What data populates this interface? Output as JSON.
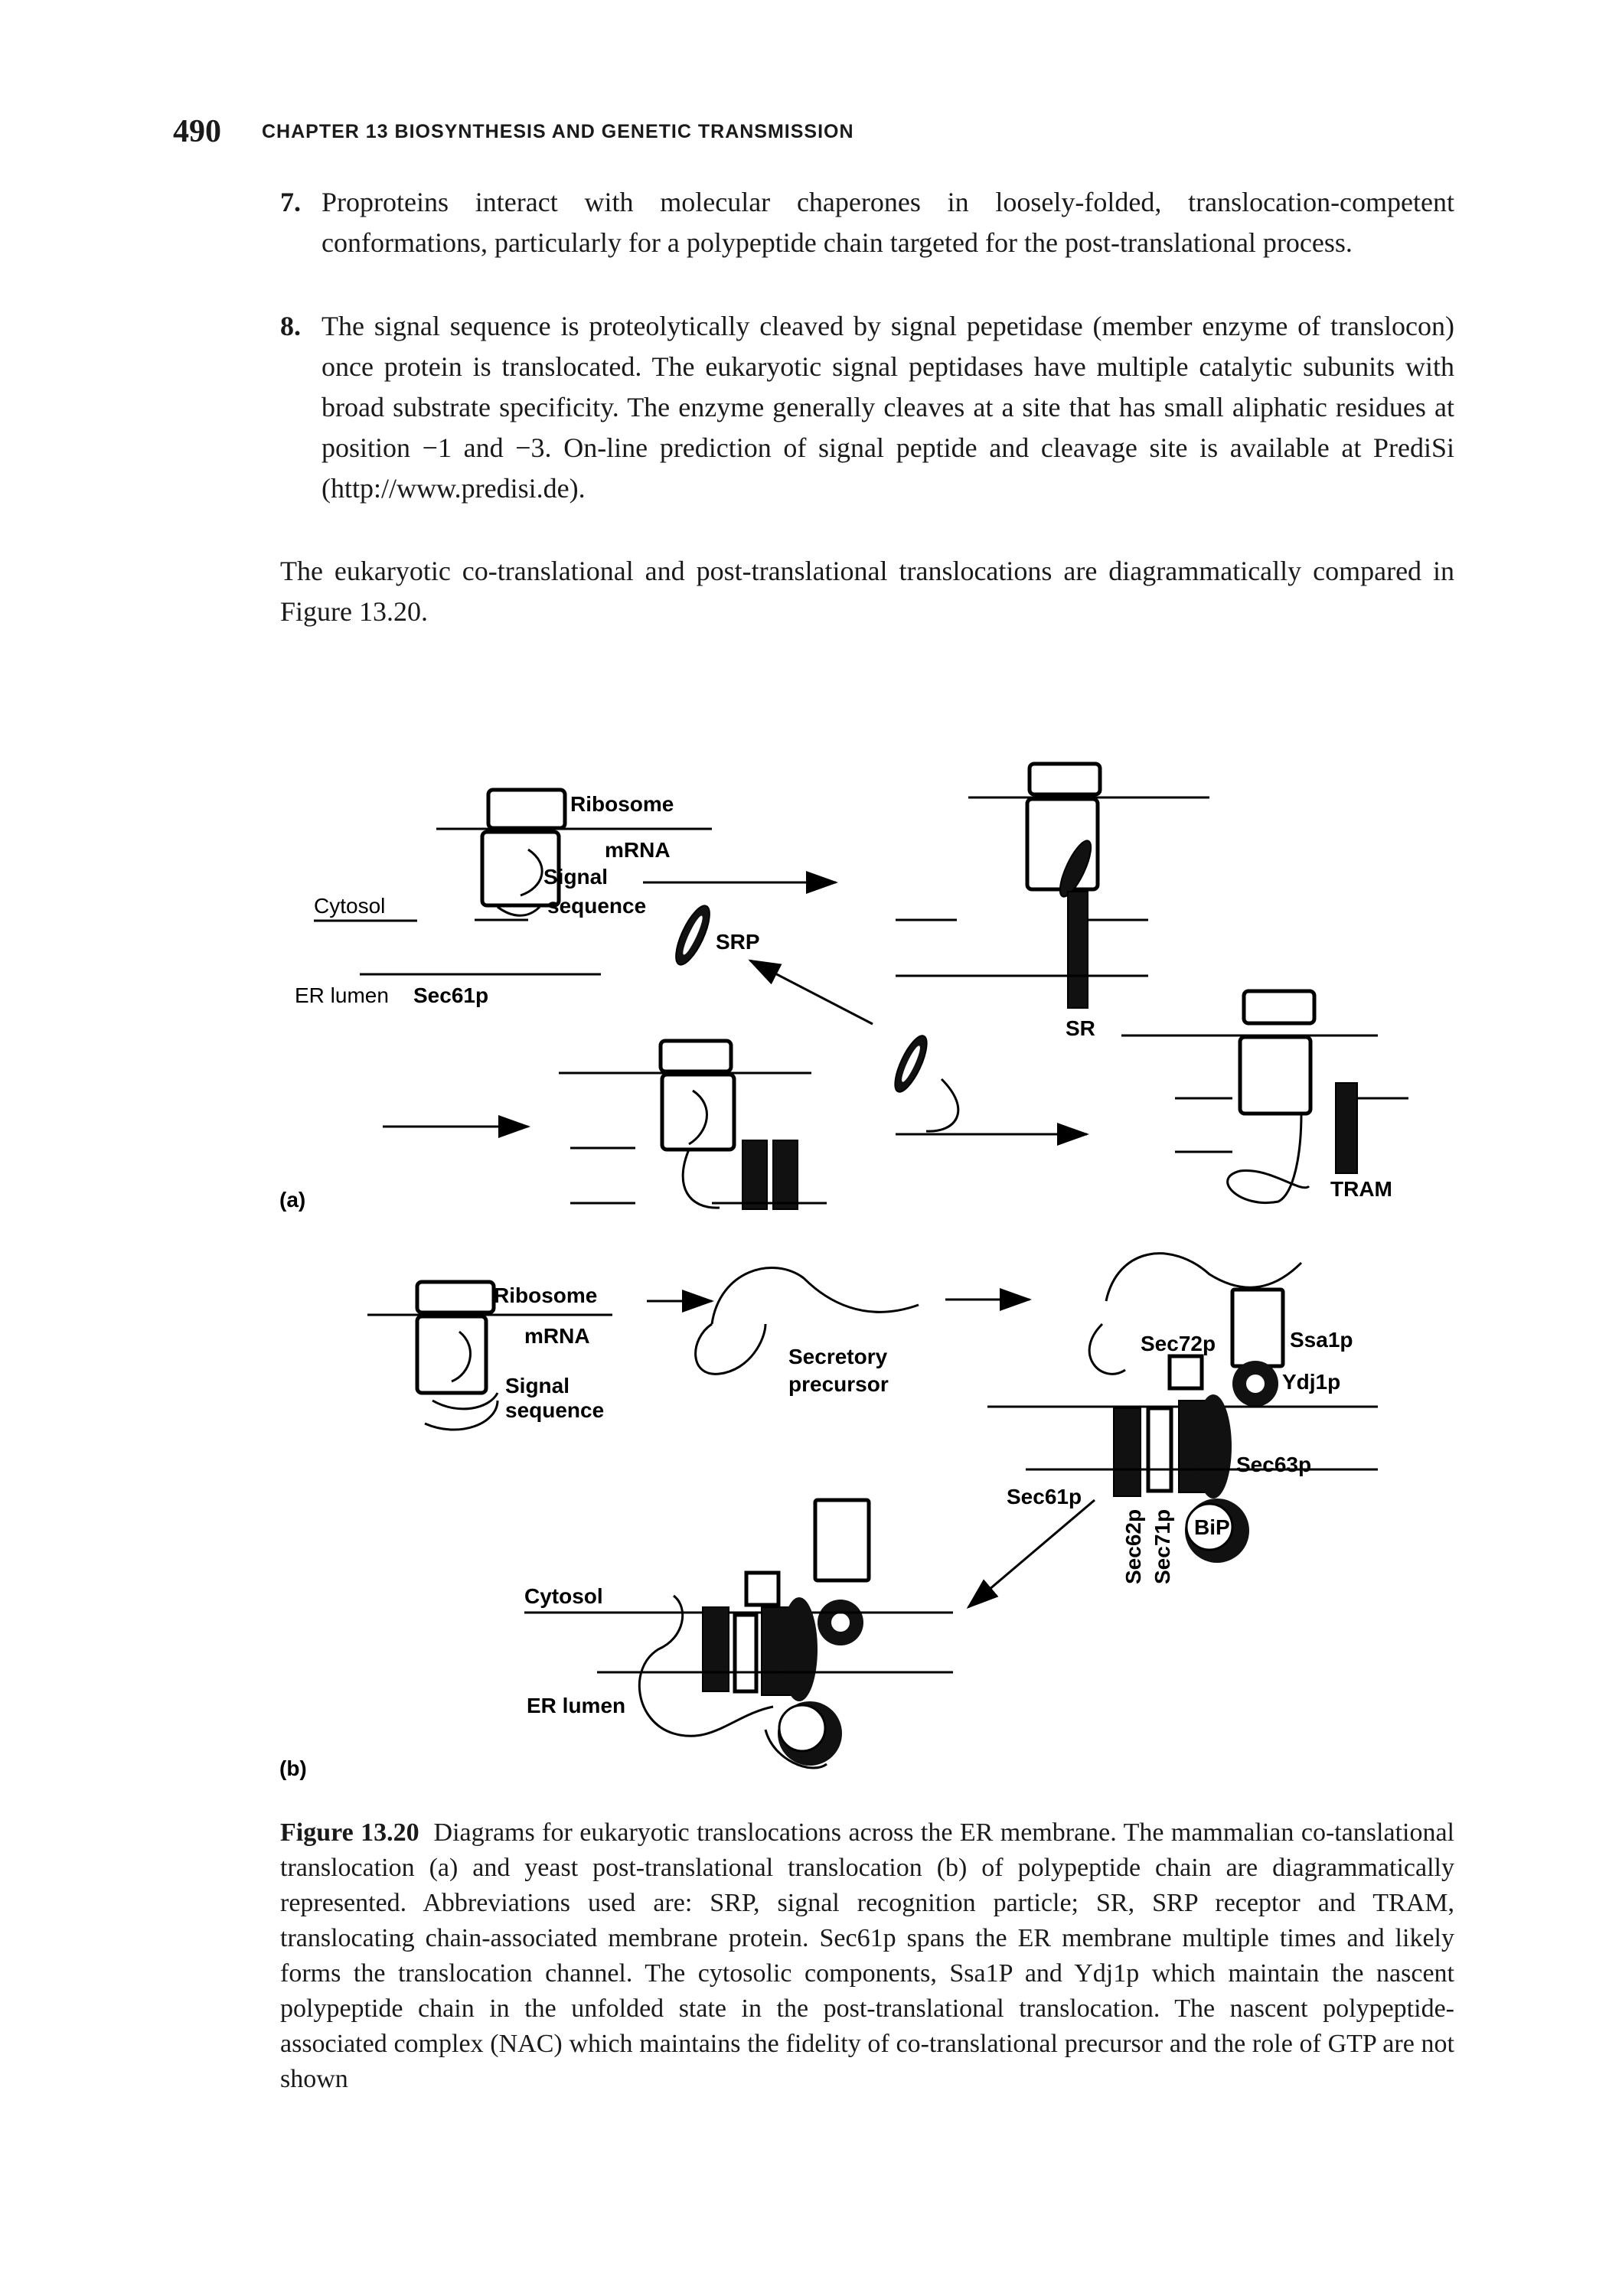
{
  "header": {
    "page_number": "490",
    "chapter": "CHAPTER 13  BIOSYNTHESIS AND GENETIC TRANSMISSION"
  },
  "list_items": [
    {
      "number": "7.",
      "text": "Proproteins interact with molecular chaperones in loosely-folded, translocation-competent conformations, particularly for a polypeptide chain targeted for the post-translational process."
    },
    {
      "number": "8.",
      "text": "The signal sequence is proteolytically cleaved by signal pepetidase (member enzyme of translocon) once protein is translocated. The eukaryotic signal peptidases have multiple catalytic subunits with broad substrate specificity. The enzyme generally cleaves at a site that has small aliphatic residues at position −1 and −3. On-line prediction of signal peptide and cleavage site is available at PrediSi (http://www.predisi.de)."
    }
  ],
  "paragraph": "The eukaryotic co-translational and post-translational translocations are diagrammatically compared in Figure 13.20.",
  "figure": {
    "panel_a": {
      "panel_label": "(a)",
      "ribosome": "Ribosome",
      "mrna": "mRNA",
      "signal_line1": "Signal",
      "signal_line2": "sequence",
      "cytosol": "Cytosol",
      "er_lumen": "ER lumen",
      "sec61p": "Sec61p",
      "srp": "SRP",
      "sr": "SR",
      "tram": "TRAM"
    },
    "panel_b": {
      "panel_label": "(b)",
      "ribosome": "Ribosome",
      "mrna": "mRNA",
      "signal_line1": "Signal",
      "signal_line2": "sequence",
      "secretory_line1": "Secretory",
      "secretory_line2": "precursor",
      "sec72p": "Sec72p",
      "ssa1p": "Ssa1p",
      "ydj1p": "Ydj1p",
      "sec63p": "Sec63p",
      "sec61p": "Sec61p",
      "sec62p": "Sec62p",
      "sec71p": "Sec71p",
      "bip": "BiP",
      "cytosol": "Cytosol",
      "er_lumen": "ER lumen"
    }
  },
  "caption": {
    "label": "Figure 13.20",
    "text": "Diagrams for eukaryotic translocations across the ER membrane. The mammalian co-tanslational translocation (a) and yeast post-translational translocation (b) of polypeptide chain are diagrammatically represented. Abbreviations used are: SRP, signal recognition particle; SR, SRP receptor and TRAM, translocating chain-associated membrane protein. Sec61p spans the ER membrane multiple times and likely forms the translocation channel. The cytosolic components, Ssa1P and Ydj1p which maintain the nascent polypeptide chain in the unfolded state in the post-translational translocation. The nascent polypeptide-associated complex (NAC) which maintains the fidelity of co-translational precursor and the role of GTP are not shown"
  }
}
